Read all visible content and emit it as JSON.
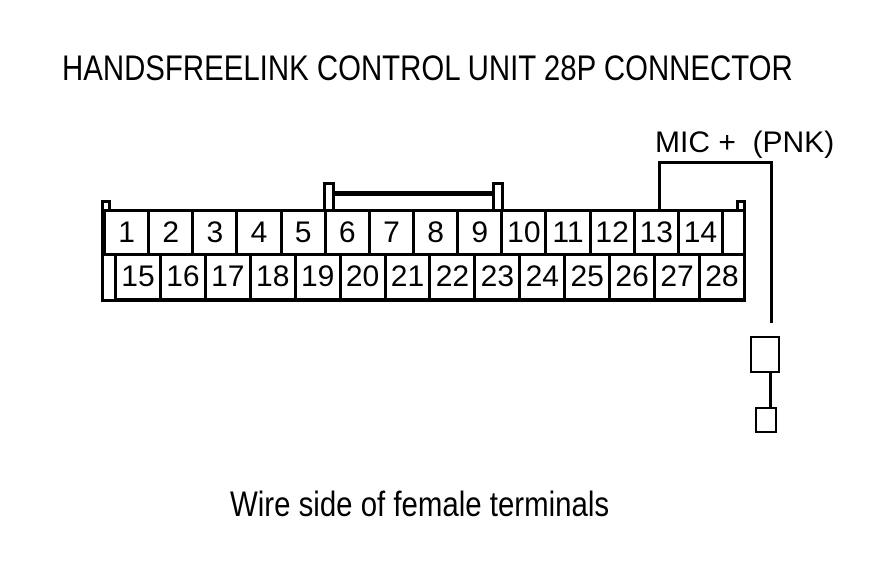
{
  "title": "HANDSFREELINK CONTROL UNIT 28P CONNECTOR",
  "wire_label": {
    "text": "MIC +  (PNK)",
    "signal": "MIC +",
    "wire_color": "PNK",
    "attached_pin": "13"
  },
  "caption": "Wire side of female terminals",
  "connector": {
    "pin_count": "28P",
    "top_row_pins": [
      "1",
      "2",
      "3",
      "4",
      "5",
      "6",
      "7",
      "8",
      "9",
      "10",
      "11",
      "12",
      "13",
      "14"
    ],
    "bottom_row_pins": [
      "15",
      "16",
      "17",
      "18",
      "19",
      "20",
      "21",
      "22",
      "23",
      "24",
      "25",
      "26",
      "27",
      "28"
    ]
  },
  "colors": {
    "line": "#000000",
    "background": "#ffffff"
  }
}
